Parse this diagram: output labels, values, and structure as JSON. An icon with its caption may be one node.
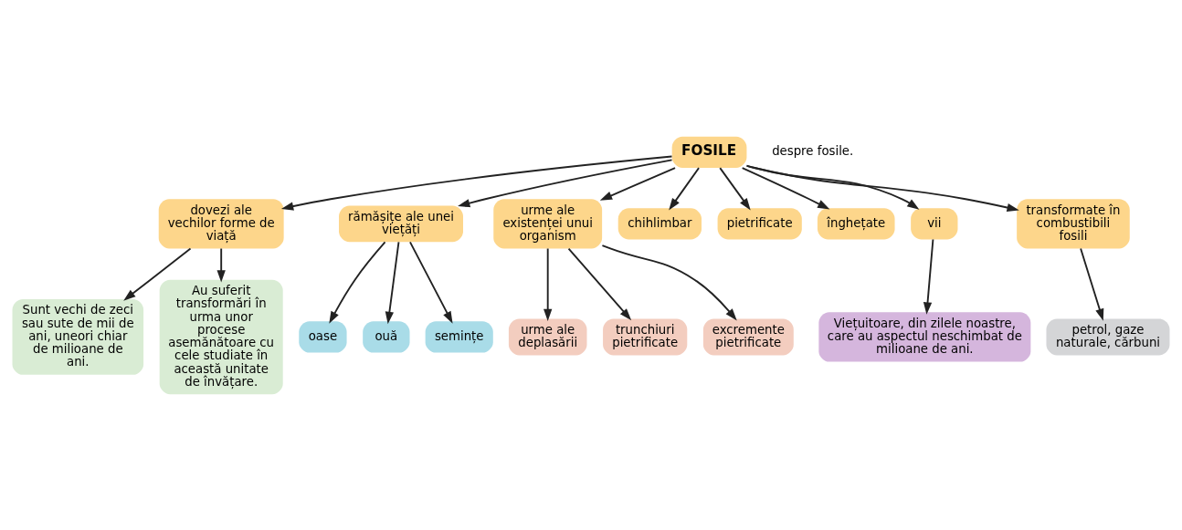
{
  "diagram": {
    "nodes": [
      {
        "text": [
          "FOSILE"
        ]
      },
      {
        "text": [
          "dovezi ale vechilor forme de viață"
        ]
      },
      {
        "text": [
          "rămășițe ale unei viețăți"
        ]
      },
      {
        "text": [
          "urme ale existenței unui organism"
        ]
      },
      {
        "text": [
          "oase"
        ]
      },
      {
        "text": [
          "ouă"
        ]
      },
      {
        "text": [
          "semințe"
        ]
      },
      {
        "text": [
          "urme ale deplasării"
        ]
      },
      {
        "text": [
          "trunchiuri pietrificate"
        ]
      },
      {
        "text": [
          "excremente pietrificate"
        ]
      },
      {
        "text": [
          "Sunt vechi de zeci sau sute de mii de ani, uneori chiar de milioane de ani."
        ]
      },
      {
        "text": [
          "Au suferit transformări în urma unor procese asemănătoare cu cele studiate în această unitate de învățare."
        ]
      },
      {
        "text": [
          "chihlimbar"
        ]
      },
      {
        "text": [
          "pietrificate"
        ]
      },
      {
        "text": [
          "înghețate"
        ]
      },
      {
        "text": [
          "vii"
        ]
      },
      {
        "text": [
          "transformate în combustibili fosili"
        ]
      },
      {
        "text": [
          "Viețuitoare, din zilele noastre, care au aspectul neschimbat de milioane de ani."
        ]
      },
      {
        "text": [
          "petrol, gaze naturale, cărbuni"
        ]
      }
    ],
    "edges": [
      {
        "from": 0,
        "to": 1,
        "arrow": "to"
      },
      {
        "from": 0,
        "to": 2,
        "arrow": "to"
      },
      {
        "from": 0,
        "to": 3,
        "arrow": "to"
      },
      {
        "from": 2,
        "to": 4,
        "arrow": "to"
      },
      {
        "from": 2,
        "to": 5,
        "arrow": "to"
      },
      {
        "from": 2,
        "to": 6,
        "arrow": "to"
      },
      {
        "from": 3,
        "to": 7,
        "arrow": "to"
      },
      {
        "from": 3,
        "to": 8,
        "arrow": "to"
      },
      {
        "from": 3,
        "to": 9,
        "arrow": "to"
      },
      {
        "from": 1,
        "to": 10,
        "arrow": "to"
      },
      {
        "from": 1,
        "to": 11,
        "arrow": "to"
      },
      {
        "from": 0,
        "to": 12,
        "arrow": "to"
      },
      {
        "from": 0,
        "to": 13,
        "arrow": "to"
      },
      {
        "from": 0,
        "to": 14,
        "arrow": "to"
      },
      {
        "from": 0,
        "to": 15,
        "arrow": "to"
      },
      {
        "from": 0,
        "to": 16,
        "arrow": "to"
      },
      {
        "from": 15,
        "to": 17,
        "arrow": "to"
      },
      {
        "from": 16,
        "to": 18,
        "arrow": "to"
      }
    ],
    "labels": [
      "despre fosile."
    ]
  }
}
